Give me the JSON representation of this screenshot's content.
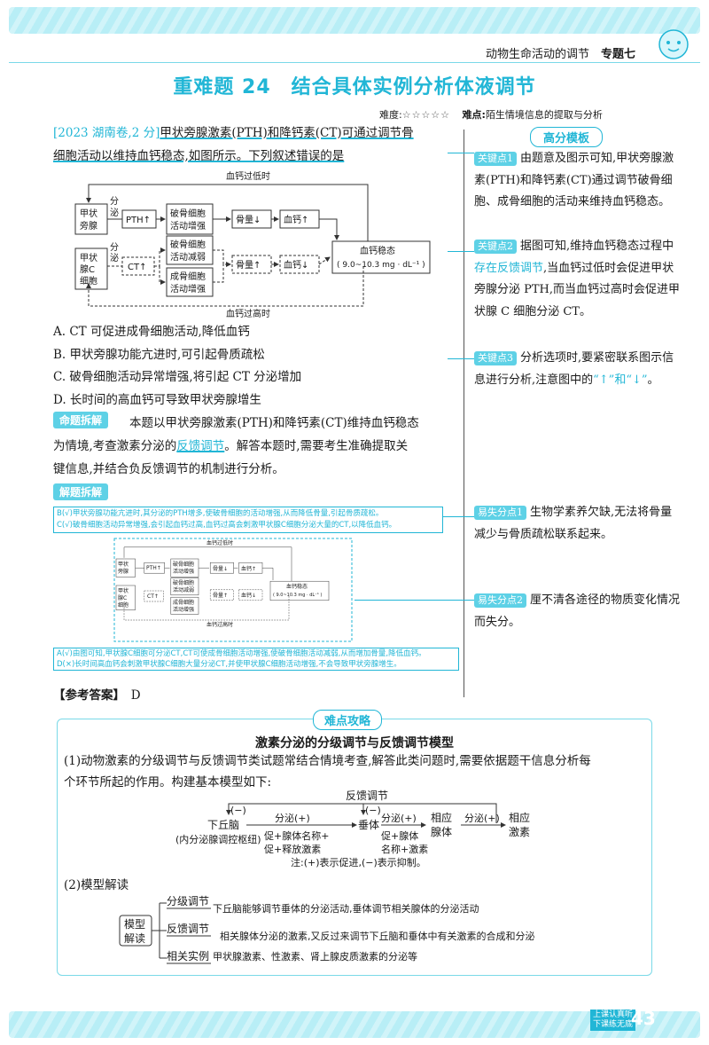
{
  "header": {
    "subject": "动物生命活动的调节",
    "topic": "专题七"
  },
  "title": "重难题 24　结合具体实例分析体液调节",
  "meta": {
    "difficulty_label": "难度:",
    "stars": "☆☆☆☆☆",
    "keypoint_label": "难点:",
    "keypoint": "陌生情境信息的提取与分析"
  },
  "question": {
    "source": "[2023 湖南卷,2 分]",
    "line1": "甲状旁腺激素(PTH)和降钙素(CT)可通过调节骨",
    "line2": "细胞活动以维持血钙稳态,如图所示。下列叙述错误的是",
    "options": [
      "A. CT 可促进成骨细胞活动,降低血钙",
      "B. 甲状旁腺功能亢进时,可引起骨质疏松",
      "C. 破骨细胞活动异常增强,将引起 CT 分泌增加",
      "D. 长时间的高血钙可导致甲状旁腺增生"
    ]
  },
  "diagram": {
    "top_label": "血钙过低时",
    "bottom_label": "血钙过高时",
    "pth_gland": [
      "甲状",
      "旁腺"
    ],
    "ct_gland": [
      "甲状",
      "腺C",
      "细胞"
    ],
    "secrete": [
      "分",
      "泌"
    ],
    "pth": "PTH↑",
    "ct": "CT↑",
    "osteo_up": [
      "破骨细胞",
      "活动增强"
    ],
    "osteo_down": [
      "破骨细胞",
      "活动减弱"
    ],
    "osteo_build": [
      "成骨细胞",
      "活动增强"
    ],
    "bone_down": "骨量↓",
    "bone_up": "骨量↑",
    "ca_up": "血钙↑",
    "ca_down": "血钙↓",
    "homeo": [
      "血钙稳态",
      "( 9.0~10.3 mg · dL⁻¹ )"
    ]
  },
  "analysis": {
    "tag": "命题拆解",
    "line1_a": "本题以甲状旁腺激素(PTH)和降钙素(CT)维持血钙稳态",
    "line2_a": "为情境,考查激素分泌的",
    "line2_hl": "反馈调节",
    "line2_b": "。解答本题时,需要考生准确提取关",
    "line3": "键信息,并结合负反馈调节的机制进行分析。"
  },
  "solve": {
    "tag": "解题拆解",
    "note_b": "B(√)甲状旁腺功能亢进时,其分泌的PTH增多,使破骨细胞的活动增强,从而降低骨量,引起骨质疏松。",
    "note_c": "C(√)破骨细胞活动异常增强,会引起血钙过高,血钙过高会刺激甲状腺C细胞分泌大量的CT,以降低血钙。",
    "note_a": "A(√)由图可知,甲状腺C细胞可分泌CT,CT可使成骨细胞活动增强,使破骨细胞活动减弱,从而增加骨量,降低血钙。",
    "note_d": "D(×)长时间高血钙会刺激甲状腺C细胞大量分泌CT,并使甲状腺C细胞活动增强,不会导致甲状旁腺增生。"
  },
  "answer": {
    "label": "【参考答案】",
    "value": "D"
  },
  "right": {
    "tag": "高分模板",
    "kp1_tag": "关键点1",
    "kp1": "由题意及图示可知,甲状旁腺激素(PTH)和降钙素(CT)通过调节破骨细胞、成骨细胞的活动来维持血钙稳态。",
    "kp2_tag": "关键点2",
    "kp2_a": "据图可知,维持血钙稳态过程中",
    "kp2_hl": "存在反馈调节",
    "kp2_b": ",当血钙过低时会促进甲状旁腺分泌 PTH,而当血钙过高时会促进甲状腺 C 细胞分泌 CT。",
    "kp3_tag": "关键点3",
    "kp3_a": "分析选项时,要紧密联系图示信息进行分析,注意图中的",
    "kp3_hl": "“↑”和“↓”",
    "kp3_b": "。",
    "ep1_tag": "易失分点1",
    "ep1": "生物学素养欠缺,无法将骨量减少与骨质疏松联系起来。",
    "ep2_tag": "易失分点2",
    "ep2": "厘不清各途径的物质变化情况而失分。"
  },
  "bottom": {
    "tag": "难点攻略",
    "title": "激素分泌的分级调节与反馈调节模型",
    "p1_a": "(1)动物激素的分级调节与反馈调节类试题常结合情境考查,解答此类问题时,需要依据题干信息分析每",
    "p1_b": "个环节所起的作用。构建基本模型如下:",
    "model": {
      "feedback": "反馈调节",
      "neg1": "(−)",
      "neg2": "(−)",
      "hypo": "下丘脑",
      "hypo_sub": "(内分泌腺调控枢纽)",
      "sec1": "分泌(+)",
      "sub1a": "促+腺体名称+",
      "sub1b": "促+释放激素",
      "pit": "垂体",
      "sec2": "分泌(+)",
      "sub2a": "促+腺体",
      "sub2b": "名称+激素",
      "gland1": "相应",
      "gland2": "腺体",
      "sec3": "分泌(+)",
      "horm1": "相应",
      "horm2": "激素",
      "note": "注:(+)表示促进,(−)表示抑制。"
    },
    "p2": "(2)模型解读",
    "tree": {
      "root1": "模型",
      "root2": "解读",
      "b1": "分级调节",
      "b1_text": "下丘脑能够调节垂体的分泌活动,垂体调节相关腺体的分泌活动",
      "b2": "反馈调节",
      "b2_text": "相关腺体分泌的激素,又反过来调节下丘脑和垂体中有关激素的合成和分泌",
      "b3": "相关实例",
      "b3_text": "甲状腺激素、性激素、肾上腺皮质激素的分泌等"
    }
  },
  "footer": {
    "slogan1": "上课认真听",
    "slogan2": "下课练无底",
    "page": "43"
  }
}
